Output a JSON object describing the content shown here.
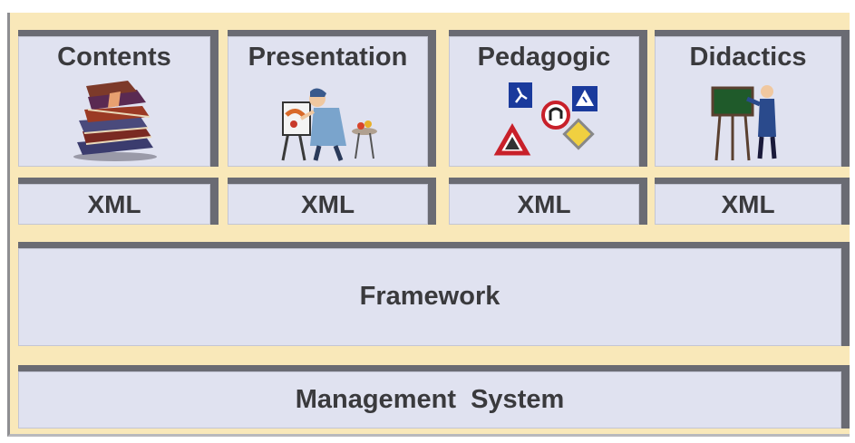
{
  "modules": [
    {
      "label": "Contents",
      "icon": "books-icon"
    },
    {
      "label": "Presentation",
      "icon": "painter-icon"
    },
    {
      "label": "Pedagogic",
      "icon": "road-signs-icon"
    },
    {
      "label": "Didactics",
      "icon": "teacher-blackboard-icon"
    }
  ],
  "xml_labels": [
    "XML",
    "XML",
    "XML",
    "XML"
  ],
  "framework": {
    "label": "Framework"
  },
  "management": {
    "label": "Management  System"
  },
  "colors": {
    "background": "#f9e8b9",
    "box_fill": "#e0e2f0",
    "box_shadow": "#6a6b73",
    "text": "#3a3a3d"
  }
}
